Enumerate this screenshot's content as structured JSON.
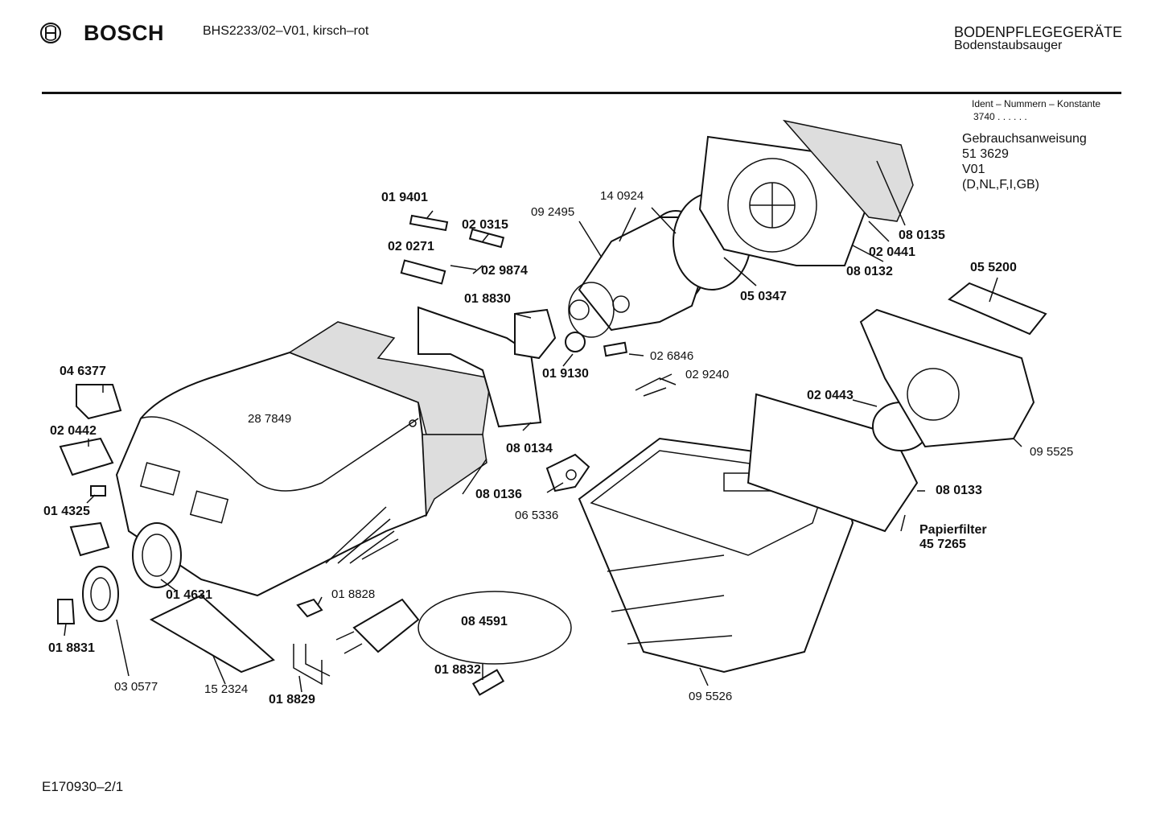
{
  "header": {
    "brand": "BOSCH",
    "model": "BHS2233/02–V01, kirsch–rot",
    "category": "BODENPFLEGEGERÄTE",
    "subcategory": "Bodenstaubsauger"
  },
  "info": {
    "ident_title": "Ident – Nummern – Konstante",
    "ident_value": "3740 . .  . . . .",
    "manual_lines": [
      "Gebrauchsanweisung",
      "51 3629",
      "V01",
      "(D,NL,F,I,GB)"
    ]
  },
  "parts": {
    "p019401": "01 9401",
    "p020315": "02 0315",
    "p020271": "02 0271",
    "p029874": "02 9874",
    "p092495": "09 2495",
    "p140924": "14 0924",
    "p080135": "08 0135",
    "p020441": "02 0441",
    "p080132": "08 0132",
    "p050347": "05 0347",
    "p055200": "05 5200",
    "p018830": "01 8830",
    "p019130": "01 9130",
    "p026846": "02 6846",
    "p029240": "02 9240",
    "p046377": "04 6377",
    "p287849": "28 7849",
    "p020442": "02 0442",
    "p080134": "08 0134",
    "p080136": "08 0136",
    "p065336": "06 5336",
    "p020443": "02 0443",
    "p095525": "09 5525",
    "p080133": "08 0133",
    "papierfilter": "Papierfilter",
    "p457265": "45 7265",
    "p014325": "01 4325",
    "p014631": "01 4631",
    "p018828": "01 8828",
    "p084591": "08 4591",
    "p018831": "01 8831",
    "p030577": "03 0577",
    "p152324": "15 2324",
    "p018829": "01 8829",
    "p018832": "01 8832",
    "p095526": "09 5526"
  },
  "footer": {
    "code": "E170930–2/1"
  }
}
